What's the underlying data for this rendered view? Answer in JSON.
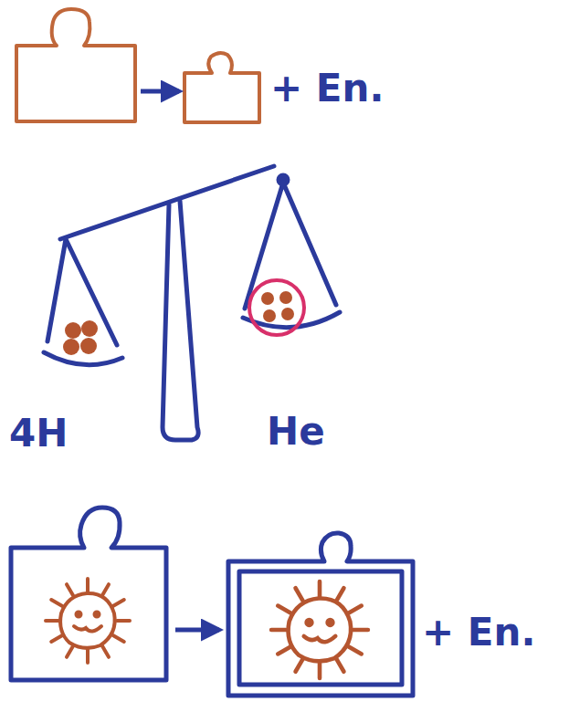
{
  "diagram": {
    "labels": [
      "+ En.",
      "4H",
      "He",
      "+ En."
    ]
  }
}
